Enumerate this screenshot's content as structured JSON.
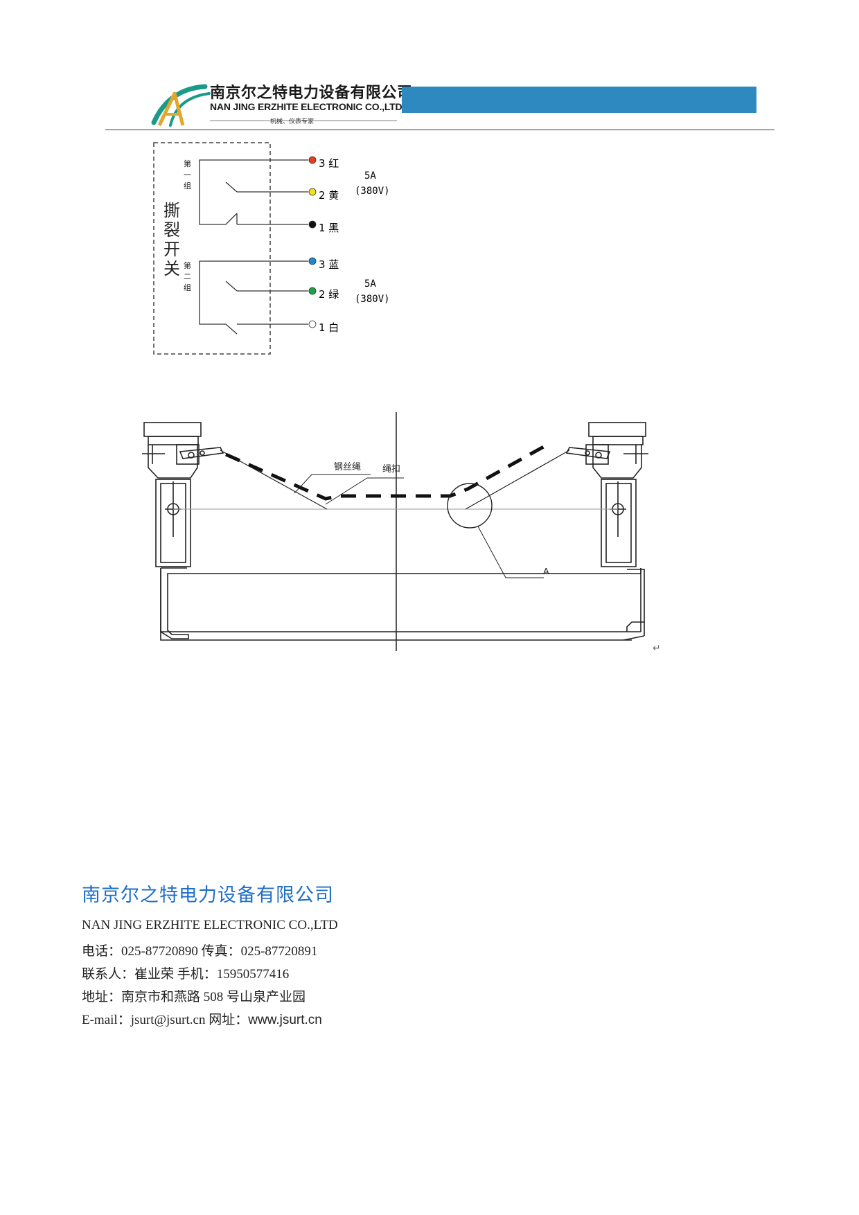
{
  "header": {
    "company_cn": "南京尔之特电力设备有限公司",
    "company_en": "NAN JING ERZHITE ELECTRONIC CO.,LTD",
    "slogan": "机械、仪表专家",
    "bar_color": "#2d89bf"
  },
  "wiring": {
    "title": "撕裂开关",
    "group1": {
      "label": "第一组",
      "terminals": [
        {
          "num": "3",
          "color_name": "红",
          "dot_color": "#e8401e"
        },
        {
          "num": "2",
          "color_name": "黄",
          "dot_color": "#f2e21b"
        },
        {
          "num": "1",
          "color_name": "黑",
          "dot_color": "#111111"
        }
      ],
      "rating_current": "5A",
      "rating_voltage": "(380V)"
    },
    "group2": {
      "label": "第二组",
      "terminals": [
        {
          "num": "3",
          "color_name": "蓝",
          "dot_color": "#1e88d8"
        },
        {
          "num": "2",
          "color_name": "绿",
          "dot_color": "#16a34a"
        },
        {
          "num": "1",
          "color_name": "白",
          "dot_color": "#ffffff"
        }
      ],
      "rating_current": "5A",
      "rating_voltage": "(380V)"
    }
  },
  "mechanical": {
    "label_wire_rope": "钢丝绳",
    "label_rope_clip": "绳扣",
    "label_detail": "A",
    "return_mark": "↵"
  },
  "footer": {
    "company_cn": "南京尔之特电力设备有限公司",
    "company_en": "NAN JING ERZHITE ELECTRONIC CO.,LTD",
    "phone_label": "电话：",
    "phone": "025-87720890",
    "fax_label": "传真：",
    "fax": "025-87720891",
    "contact_label": "联系人：",
    "contact_name": "崔业荣",
    "mobile_label": "手机：",
    "mobile": "15950577416",
    "address_label": "地址：",
    "address_a": "南京市和燕路",
    "address_num": "508",
    "address_b": "号山泉产业园",
    "email_label": "E-mail：",
    "email": "jsurt@jsurt.cn",
    "website_label": "网址：",
    "website": "www.jsurt.cn"
  }
}
